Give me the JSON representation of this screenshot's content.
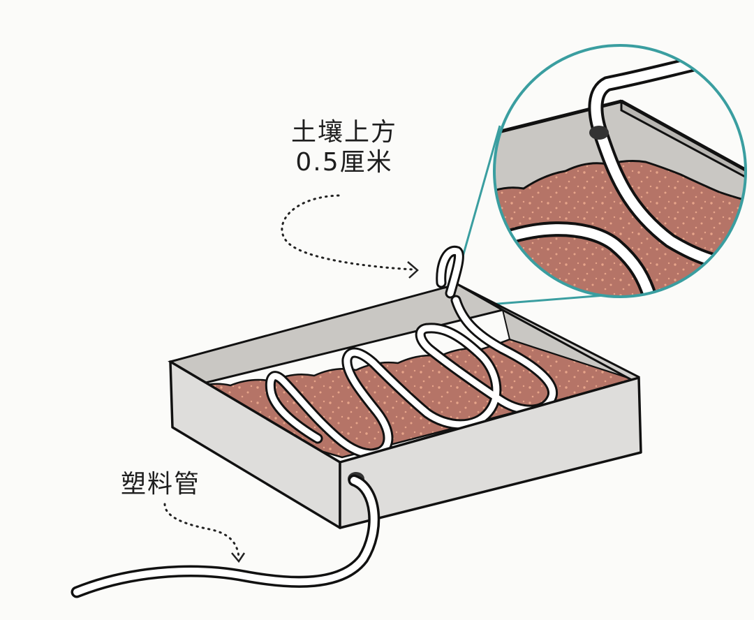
{
  "labels": {
    "soil_offset_line1": "土壤上方",
    "soil_offset_line2": "0.5厘米",
    "tube": "塑料管"
  },
  "colors": {
    "soil": "#b57467",
    "soil_dots": "#e8a58a",
    "box_side": "#dedddb",
    "box_inner": "#c9c7c3",
    "tube": "#ffffff",
    "outline": "#111111",
    "magnifier": "#3a9ea0",
    "background": "#fbfbf9"
  }
}
